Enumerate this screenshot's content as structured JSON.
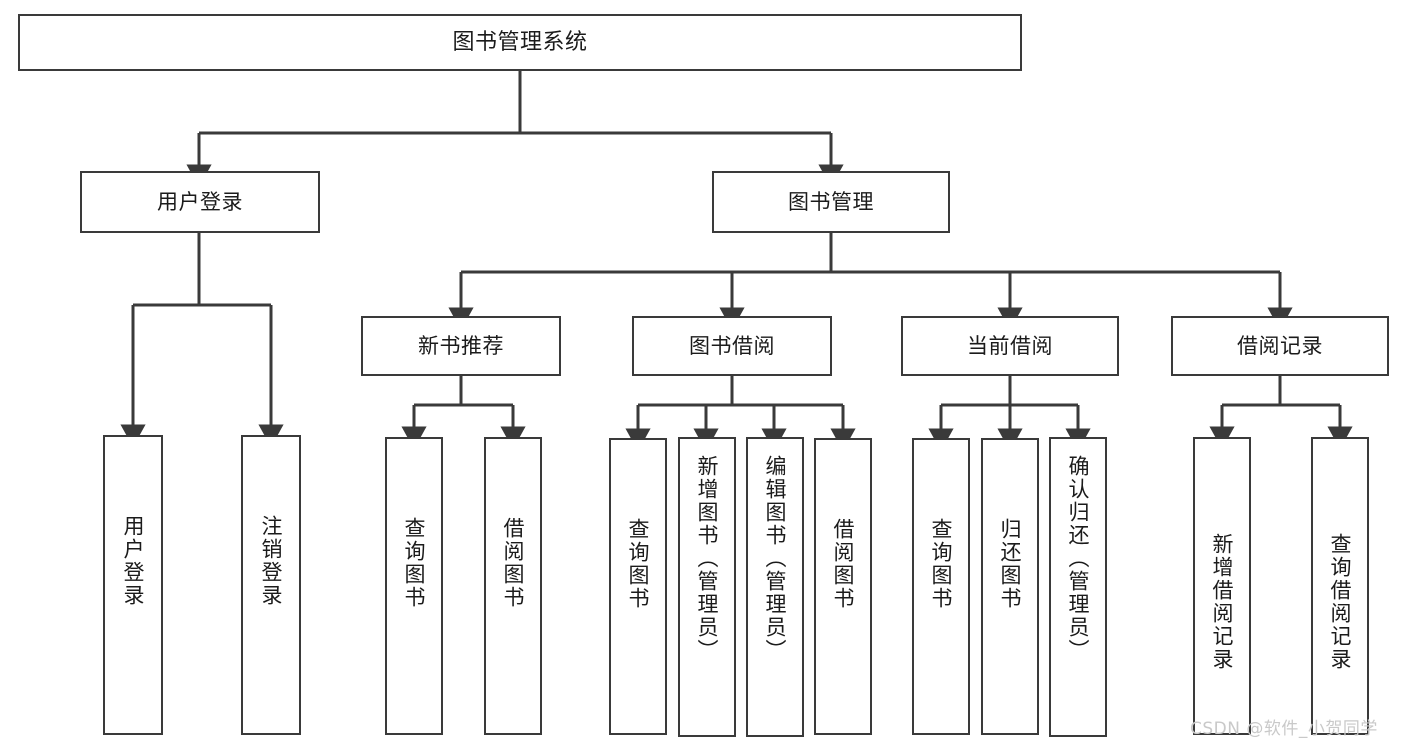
{
  "diagram": {
    "title": "图书管理系统",
    "type": "功能结构图",
    "line_color": "#3a3a3a",
    "box_fill": "#ffffff",
    "text_color": "#1b1b1b",
    "watermark": "CSDN @软件_小贺同学"
  },
  "nodes": {
    "root": {
      "label": "图书管理系统"
    },
    "level2": [
      {
        "label": "用户登录"
      },
      {
        "label": "图书管理"
      }
    ],
    "level3": [
      {
        "label": "新书推荐"
      },
      {
        "label": "图书借阅"
      },
      {
        "label": "当前借阅"
      },
      {
        "label": "借阅记录"
      }
    ],
    "leaves": {
      "user_login": [
        {
          "label": "用户登录"
        },
        {
          "label": "注销登录"
        }
      ],
      "new_book_recommend": [
        {
          "label": "查询图书"
        },
        {
          "label": "借阅图书"
        }
      ],
      "book_borrow": [
        {
          "label": "查询图书"
        },
        {
          "label": "新增图书（管理员）"
        },
        {
          "label": "编辑图书（管理员）"
        },
        {
          "label": "借阅图书"
        }
      ],
      "current_borrow": [
        {
          "label": "查询图书"
        },
        {
          "label": "归还图书"
        },
        {
          "label": "确认归还（管理员）"
        }
      ],
      "borrow_record": [
        {
          "label": "新增借阅记录"
        },
        {
          "label": "查询借阅记录"
        }
      ]
    }
  }
}
